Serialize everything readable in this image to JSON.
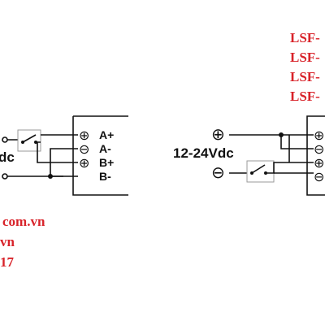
{
  "header": {
    "model_lines": [
      "LSF-",
      "LSF-",
      "LSF-",
      "LSF-"
    ]
  },
  "left_diagram": {
    "voltage_fragment": "dc",
    "terminals": [
      {
        "symbol": "⊕",
        "label": "A+"
      },
      {
        "symbol": "⊖",
        "label": "A-"
      },
      {
        "symbol": "⊕",
        "label": "B+"
      },
      {
        "symbol": "",
        "label": "B-"
      }
    ]
  },
  "right_diagram": {
    "positive_symbol": "⊕",
    "voltage_label": "12-24Vdc",
    "negative_symbol": "⊖",
    "terminal_symbols": [
      "⊕",
      "⊖",
      "⊕",
      "⊖"
    ]
  },
  "footer": {
    "contact_lines": [
      "com.vn",
      "vn",
      "17"
    ]
  },
  "colors": {
    "accent_red": "#d8232a",
    "line": "#111111",
    "switch_box": "#9a9a9a"
  }
}
